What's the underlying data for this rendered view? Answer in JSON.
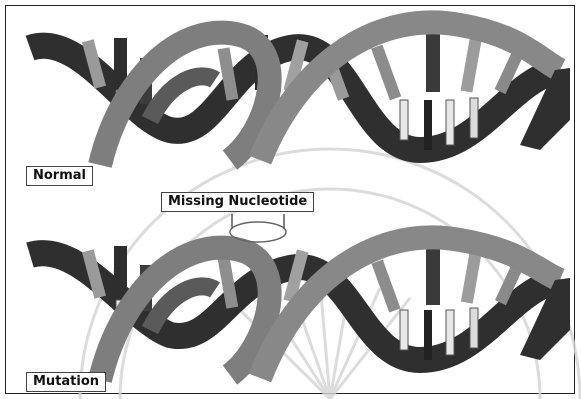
{
  "labels": {
    "normal": "Normal",
    "missing": "Missing Nucleotide",
    "mutation": "Mutation"
  },
  "colors": {
    "strand_dark": "#3a3a3a",
    "strand_mid": "#5e5e5e",
    "strand_light": "#8a8a8a",
    "base_dark": "#2e2e2e",
    "base_light": "#9a9a9a",
    "rays": "#cfcfcf"
  }
}
